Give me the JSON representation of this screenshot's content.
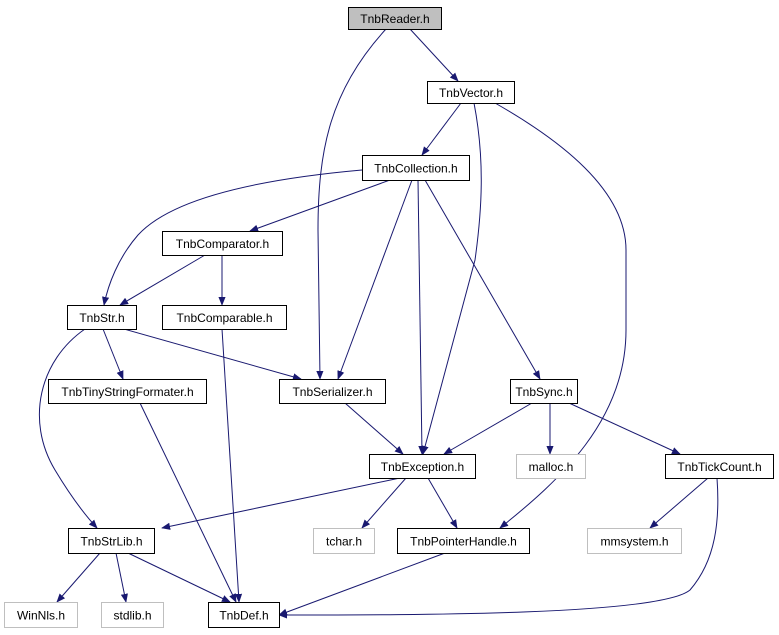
{
  "colors": {
    "edge": "#191970",
    "box_border": "#000000",
    "box_border_external": "#bfbfbf",
    "root_fill": "#bfbfbf",
    "box_fill": "#ffffff"
  },
  "nodes": [
    {
      "id": "reader",
      "label": "TnbReader.h",
      "kind": "root"
    },
    {
      "id": "vector",
      "label": "TnbVector.h",
      "kind": "normal"
    },
    {
      "id": "collection",
      "label": "TnbCollection.h",
      "kind": "normal"
    },
    {
      "id": "comparator",
      "label": "TnbComparator.h",
      "kind": "normal"
    },
    {
      "id": "str",
      "label": "TnbStr.h",
      "kind": "normal"
    },
    {
      "id": "comparable",
      "label": "TnbComparable.h",
      "kind": "normal"
    },
    {
      "id": "tiny",
      "label": "TnbTinyStringFormater.h",
      "kind": "normal"
    },
    {
      "id": "serializer",
      "label": "TnbSerializer.h",
      "kind": "normal"
    },
    {
      "id": "sync",
      "label": "TnbSync.h",
      "kind": "normal"
    },
    {
      "id": "exception",
      "label": "TnbException.h",
      "kind": "normal"
    },
    {
      "id": "malloc",
      "label": "malloc.h",
      "kind": "external"
    },
    {
      "id": "tick",
      "label": "TnbTickCount.h",
      "kind": "normal"
    },
    {
      "id": "strlib",
      "label": "TnbStrLib.h",
      "kind": "normal"
    },
    {
      "id": "tchar",
      "label": "tchar.h",
      "kind": "external"
    },
    {
      "id": "pointer",
      "label": "TnbPointerHandle.h",
      "kind": "normal"
    },
    {
      "id": "mmsystem",
      "label": "mmsystem.h",
      "kind": "external"
    },
    {
      "id": "winnls",
      "label": "WinNls.h",
      "kind": "external"
    },
    {
      "id": "stdlib",
      "label": "stdlib.h",
      "kind": "external"
    },
    {
      "id": "def",
      "label": "TnbDef.h",
      "kind": "normal"
    }
  ],
  "edges": [
    {
      "from": "reader",
      "to": "vector"
    },
    {
      "from": "reader",
      "to": "serializer"
    },
    {
      "from": "vector",
      "to": "collection"
    },
    {
      "from": "vector",
      "to": "exception"
    },
    {
      "from": "vector",
      "to": "pointer"
    },
    {
      "from": "collection",
      "to": "str"
    },
    {
      "from": "collection",
      "to": "comparator"
    },
    {
      "from": "collection",
      "to": "serializer"
    },
    {
      "from": "collection",
      "to": "exception"
    },
    {
      "from": "collection",
      "to": "sync"
    },
    {
      "from": "comparator",
      "to": "str"
    },
    {
      "from": "comparator",
      "to": "comparable"
    },
    {
      "from": "str",
      "to": "tiny"
    },
    {
      "from": "str",
      "to": "serializer"
    },
    {
      "from": "str",
      "to": "strlib"
    },
    {
      "from": "comparable",
      "to": "def"
    },
    {
      "from": "tiny",
      "to": "def"
    },
    {
      "from": "serializer",
      "to": "exception"
    },
    {
      "from": "sync",
      "to": "exception"
    },
    {
      "from": "sync",
      "to": "malloc"
    },
    {
      "from": "sync",
      "to": "tick"
    },
    {
      "from": "exception",
      "to": "strlib"
    },
    {
      "from": "exception",
      "to": "tchar"
    },
    {
      "from": "exception",
      "to": "pointer"
    },
    {
      "from": "tick",
      "to": "mmsystem"
    },
    {
      "from": "tick",
      "to": "def"
    },
    {
      "from": "strlib",
      "to": "winnls"
    },
    {
      "from": "strlib",
      "to": "stdlib"
    },
    {
      "from": "strlib",
      "to": "def"
    },
    {
      "from": "pointer",
      "to": "def"
    }
  ]
}
